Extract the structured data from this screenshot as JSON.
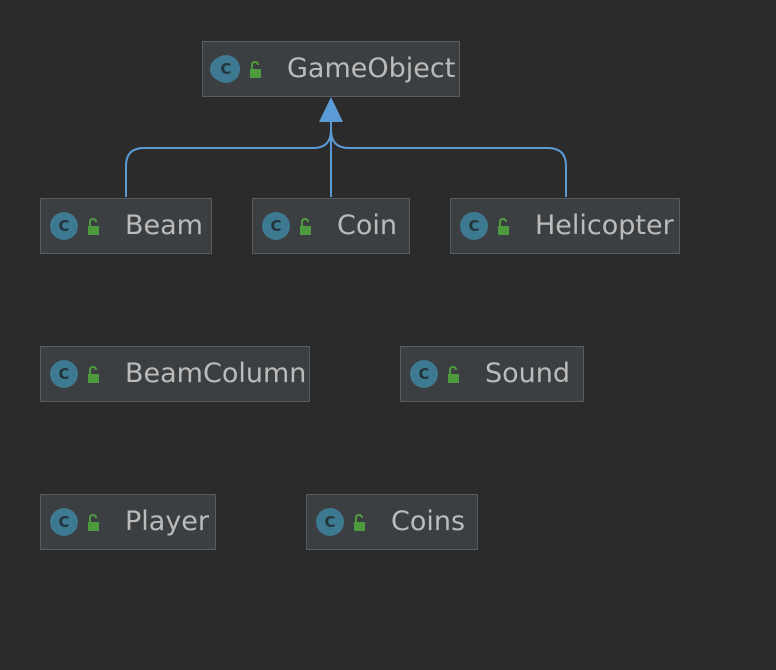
{
  "diagram": {
    "nodes": [
      {
        "id": "gameobject",
        "label": "GameObject",
        "icon": "class-icon",
        "visibility_icon": "public-lock-icon"
      },
      {
        "id": "beam",
        "label": "Beam",
        "icon": "class-icon",
        "visibility_icon": "public-lock-icon"
      },
      {
        "id": "coin",
        "label": "Coin",
        "icon": "class-icon",
        "visibility_icon": "public-lock-icon"
      },
      {
        "id": "helicopter",
        "label": "Helicopter",
        "icon": "class-icon",
        "visibility_icon": "public-lock-icon"
      },
      {
        "id": "beamcolumn",
        "label": "BeamColumn",
        "icon": "class-icon",
        "visibility_icon": "public-lock-icon"
      },
      {
        "id": "sound",
        "label": "Sound",
        "icon": "class-icon",
        "visibility_icon": "public-lock-icon"
      },
      {
        "id": "player",
        "label": "Player",
        "icon": "class-icon",
        "visibility_icon": "public-lock-icon"
      },
      {
        "id": "coins",
        "label": "Coins",
        "icon": "class-icon",
        "visibility_icon": "public-lock-icon"
      }
    ],
    "edges": [
      {
        "from": "beam",
        "to": "gameobject",
        "type": "inheritance"
      },
      {
        "from": "coin",
        "to": "gameobject",
        "type": "inheritance"
      },
      {
        "from": "helicopter",
        "to": "gameobject",
        "type": "inheritance"
      }
    ],
    "class_icon_letter": "C",
    "colors": {
      "background": "#2b2b2b",
      "node_fill": "#3c3f41",
      "node_border": "#5a5d5f",
      "label": "#bbbbbb",
      "class_icon": "#3d7a92",
      "lock_icon": "#4e9a3e",
      "edge": "#5b9bd5"
    }
  }
}
